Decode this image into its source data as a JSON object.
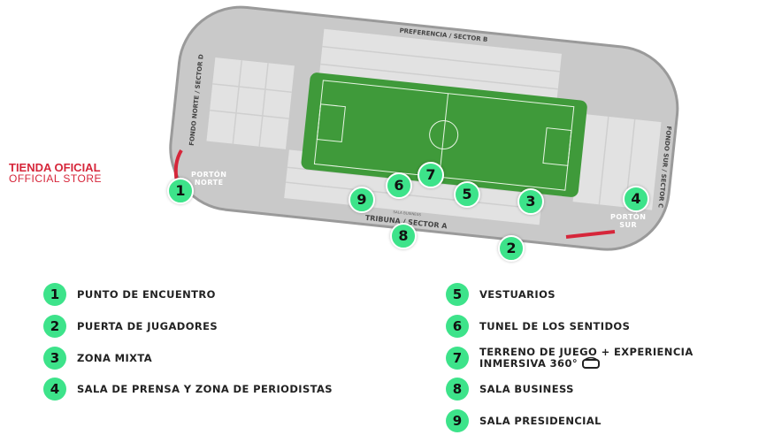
{
  "map": {
    "sectors": {
      "north": "FONDO NORTE / SECTOR D",
      "east": "PREFERENCIA / SECTOR B",
      "south": "FONDO SUR / SECTOR C",
      "west": "TRIBUNA / SECTOR A",
      "business_label": "SALA BUSINESS"
    },
    "gates": {
      "north": "PORTÓN\nNORTE",
      "south": "PORTÓN\nSUR"
    },
    "store": {
      "title": "TIENDA OFICIAL",
      "subtitle": "OFFICIAL STORE"
    },
    "markers": [
      "1",
      "2",
      "3",
      "4",
      "5",
      "6",
      "7",
      "8",
      "9"
    ],
    "colors": {
      "marker": "#3de38a",
      "pitch": "#3f9a3a",
      "concourse": "#c8c8c8",
      "accent": "#d6263a"
    }
  },
  "legend": [
    {
      "num": "1",
      "label": "PUNTO DE ENCUENTRO"
    },
    {
      "num": "2",
      "label": "PUERTA DE JUGADORES"
    },
    {
      "num": "3",
      "label": "ZONA MIXTA"
    },
    {
      "num": "4",
      "label": "SALA DE PRENSA Y ZONA DE PERIODISTAS"
    },
    {
      "num": "5",
      "label": "VESTUARIOS"
    },
    {
      "num": "6",
      "label": "TUNEL DE LOS SENTIDOS"
    },
    {
      "num": "7",
      "label": "TERRENO DE JUEGO + EXPERIENCIA",
      "label2": "INMERSIVA 360°",
      "icon": "vr-headset-icon"
    },
    {
      "num": "8",
      "label": "SALA BUSINESS"
    },
    {
      "num": "9",
      "label": "SALA PRESIDENCIAL"
    }
  ]
}
